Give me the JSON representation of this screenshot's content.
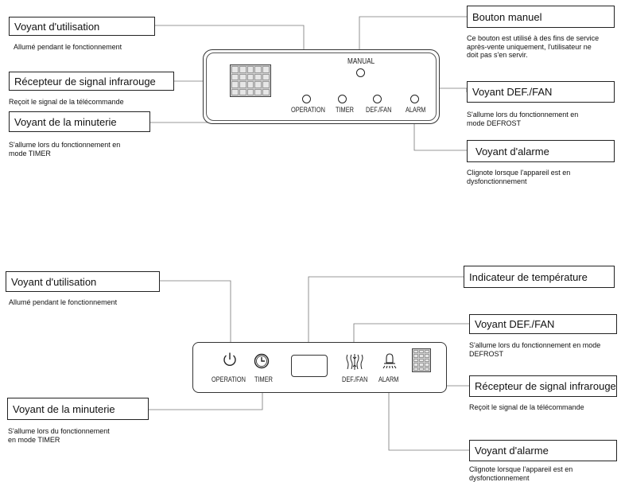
{
  "top": {
    "voyant_utilisation": {
      "title": "Voyant d'utilisation",
      "desc": "Allumé pendant le fonctionnement"
    },
    "recepteur": {
      "title": "Récepteur de signal infrarouge",
      "desc": "Reçoit le signal de la télécommande"
    },
    "minuterie": {
      "title": "Voyant de la minuterie",
      "desc1": "S'allume lors du fonctionnement en",
      "desc2": "mode TIMER"
    },
    "bouton_manuel": {
      "title": "Bouton manuel",
      "desc1": "Ce bouton est utilisé à des fins de service",
      "desc2": "après-vente uniquement, l'utilisateur ne",
      "desc3": "doit pas s'en servir."
    },
    "def_fan": {
      "title": "Voyant DEF./FAN",
      "desc1": "S'allume lors du fonctionnement en",
      "desc2": "mode DEFROST"
    },
    "alarme": {
      "title": "Voyant d'alarme",
      "desc1": "Clignote lorsque l'appareil est en",
      "desc2": "dysfonctionnement"
    },
    "panel": {
      "manual": "MANUAL",
      "operation": "OPERATION",
      "timer": "TIMER",
      "def_fan": "DEF./FAN",
      "alarm": "ALARM"
    }
  },
  "bottom": {
    "voyant_utilisation": {
      "title": "Voyant d'utilisation",
      "desc": "Allumé pendant le fonctionnement"
    },
    "minuterie": {
      "title": "Voyant de la minuterie",
      "desc1": "S'allume lors du fonctionnement",
      "desc2": "en mode TIMER"
    },
    "temperature": {
      "title": "Indicateur de température"
    },
    "def_fan": {
      "title": "Voyant DEF./FAN",
      "desc1": "S'allume lors du fonctionnement en mode",
      "desc2": "DEFROST"
    },
    "recepteur": {
      "title": "Récepteur de signal infrarouge",
      "desc": "Reçoit le signal de la télécommande"
    },
    "alarme": {
      "title": "Voyant d'alarme",
      "desc1": "Clignote lorsque l'appareil est en",
      "desc2": "dysfonctionnement"
    },
    "panel": {
      "operation": "OPERATION",
      "timer": "TIMER",
      "def_fan": "DEF./FAN",
      "alarm": "ALARM"
    }
  },
  "icons": {
    "power": "power-icon",
    "clock": "clock-icon",
    "defrost_fan": "defrost-fan-icon",
    "alarm": "alarm-bell-icon",
    "infrared": "infrared-receiver-icon"
  }
}
